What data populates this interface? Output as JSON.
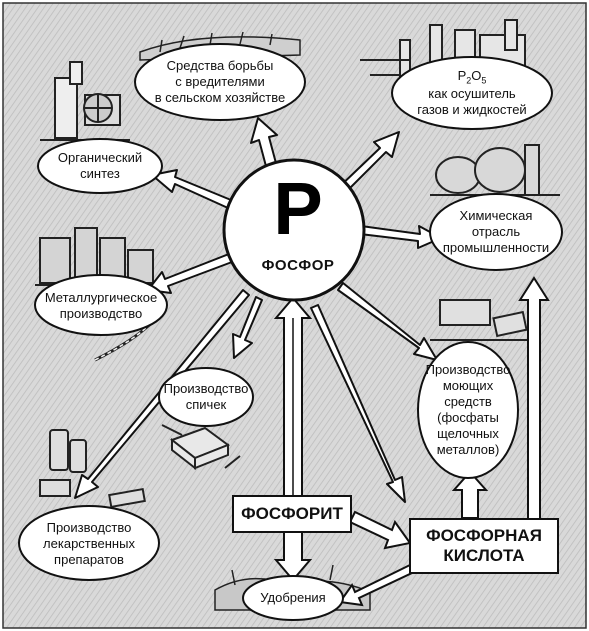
{
  "center": {
    "letter": "P",
    "name": "ФОСФОР"
  },
  "nodes": {
    "pests": [
      "Средства борьбы",
      "с вредителями",
      "в сельском хозяйстве"
    ],
    "p2o5": {
      "formula_main": "P",
      "formula_sub1": "2",
      "formula_o": "O",
      "formula_sub2": "5",
      "lines": [
        "как осушитель",
        "газов и жидкостей"
      ]
    },
    "organic": [
      "Органический",
      "синтез"
    ],
    "chemical": [
      "Химическая",
      "отрасль",
      "промышленности"
    ],
    "metallurgy": [
      "Металлургическое",
      "производство"
    ],
    "matches": [
      "Производство",
      "спичек"
    ],
    "detergents": [
      "Производство",
      "моющих",
      "средств",
      "(фосфаты",
      "щелочных",
      "металлов)"
    ],
    "medicine": [
      "Производство",
      "лекарственных",
      "препаратов"
    ],
    "fertilizers": [
      "Удобрения"
    ]
  },
  "boxes": {
    "phosphorite": "ФОСФОРИТ",
    "acid": [
      "ФОСФОРНАЯ",
      "КИСЛОТА"
    ]
  },
  "colors": {
    "background": "#d6d6d6",
    "line": "#111111",
    "fill": "#ffffff"
  }
}
